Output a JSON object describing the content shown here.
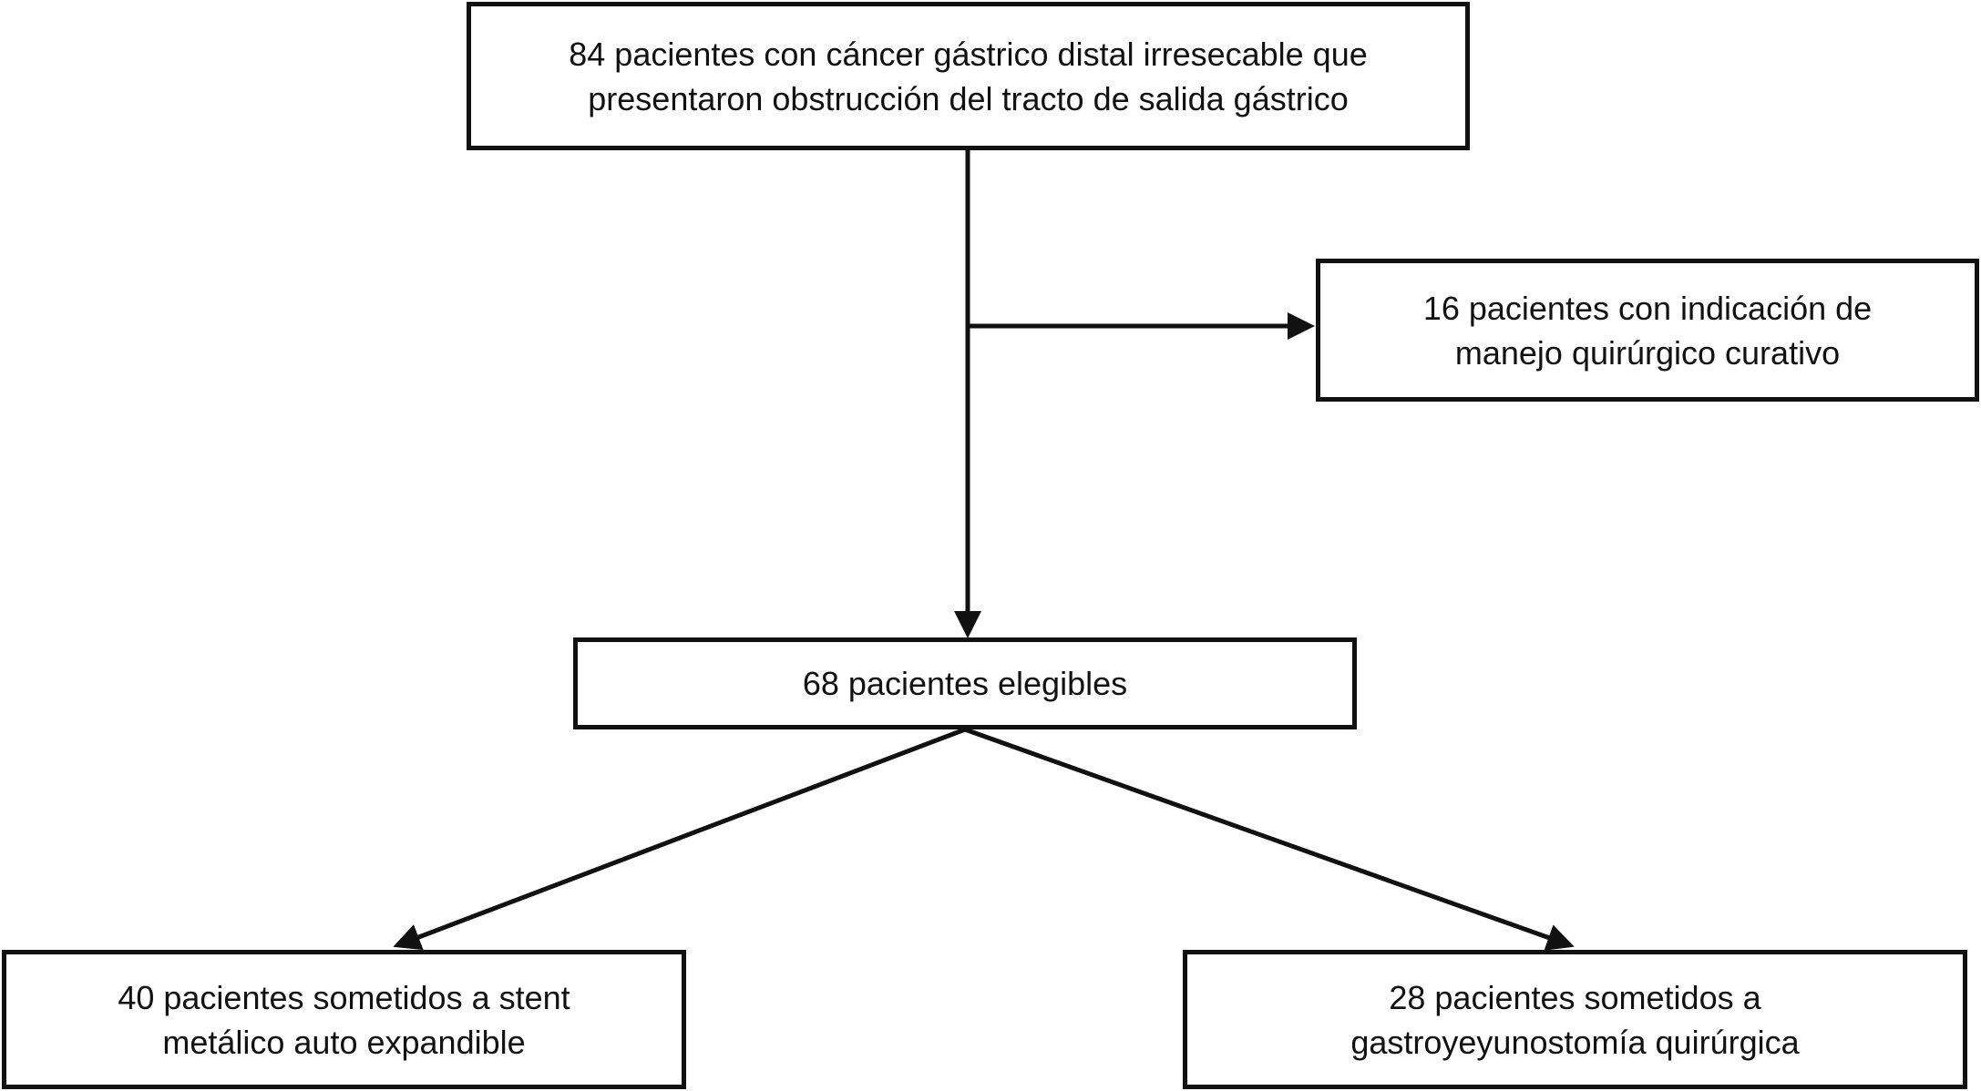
{
  "diagram": {
    "type": "flowchart",
    "boxes": {
      "top": "84 pacientes con cáncer gástrico distal irresecable que\npresentaron obstrucción del tracto de salida gástrico",
      "excluded": "16 pacientes con indicación de\nmanejo quirúrgico curativo",
      "eligible": "68 pacientes elegibles",
      "stent": "40 pacientes sometidos a stent\nmetálico auto expandible",
      "surgery": "28 pacientes sometidos a\ngastroyeyunostomía quirúrgica"
    },
    "edges": [
      {
        "from": "top",
        "to": "eligible"
      },
      {
        "from": "top",
        "to": "excluded"
      },
      {
        "from": "eligible",
        "to": "stent"
      },
      {
        "from": "eligible",
        "to": "surgery"
      }
    ]
  }
}
